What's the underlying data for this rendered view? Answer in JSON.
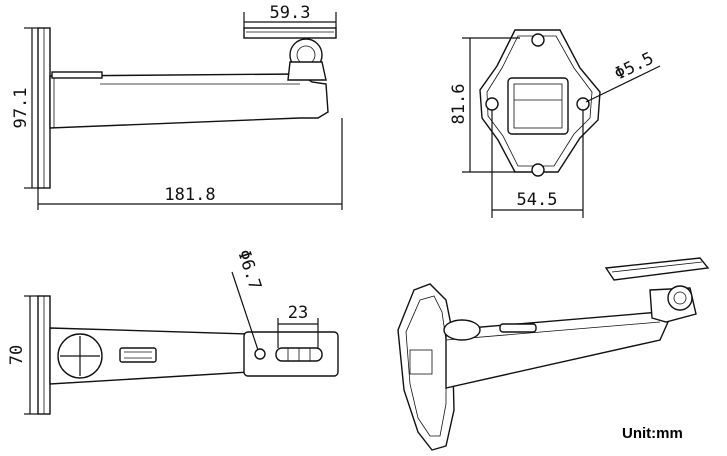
{
  "dimensions": {
    "side_top_width": "59.3",
    "side_height": "97.1",
    "side_length": "181.8",
    "plate_height": "81.6",
    "plate_width": "54.5",
    "plate_hole": "Φ5.5",
    "bottom_height": "70",
    "bottom_hole": "Φ6.7",
    "bottom_slot": "23"
  },
  "unit_label": "Unit:mm"
}
